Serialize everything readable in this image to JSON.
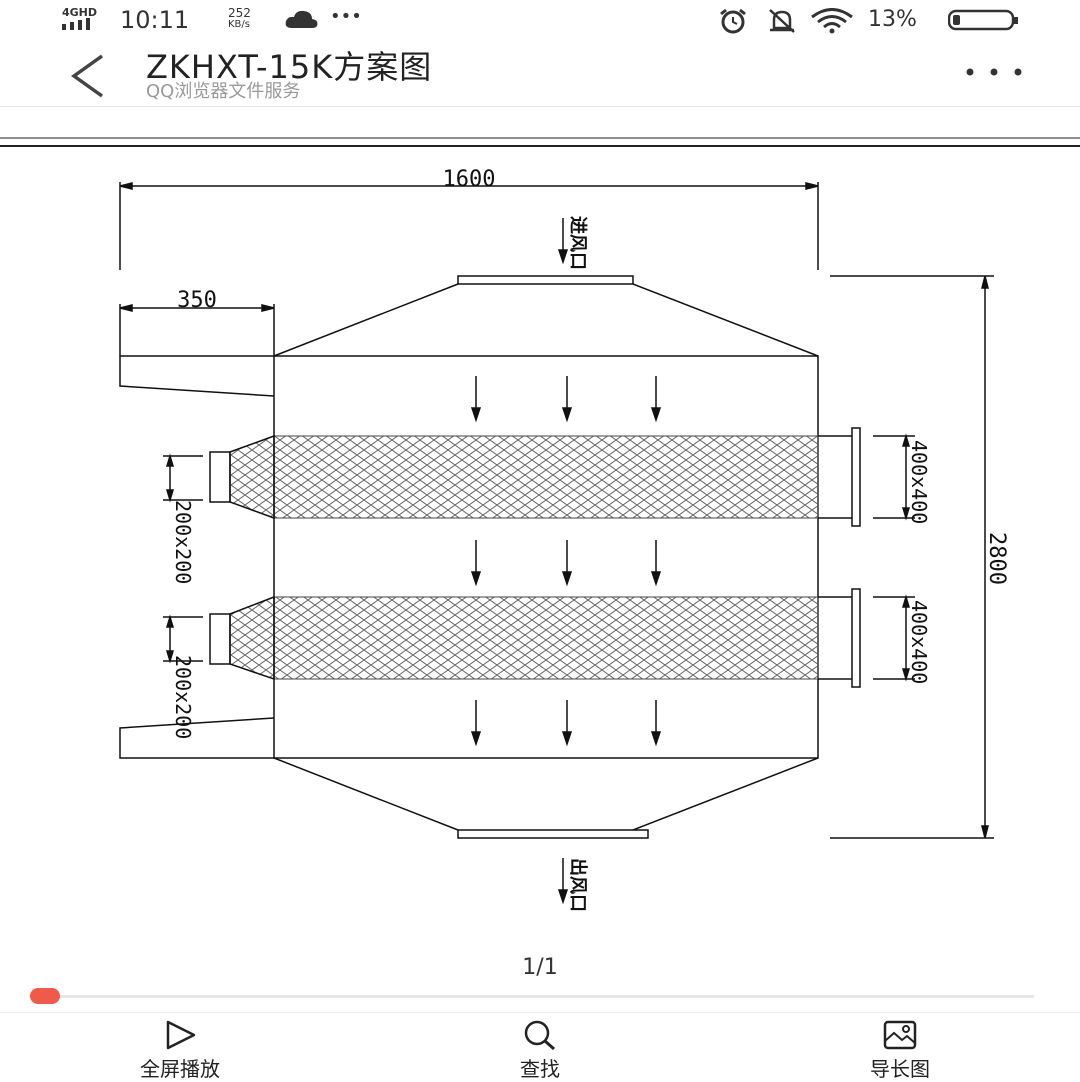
{
  "status_bar": {
    "network": "4GHD",
    "time": "10:11",
    "speed_value": "252",
    "speed_unit": "KB/s",
    "more_dots": "•••",
    "battery_percent": "13%"
  },
  "header": {
    "title": "ZKHXT-15K方案图",
    "subtitle": "QQ浏览器文件服务"
  },
  "drawing": {
    "dim_width": "1600",
    "dim_side": "350",
    "dim_height": "2800",
    "inlet_label": "进风口",
    "outlet_label": "出风口",
    "right_port_1": "400x400",
    "right_port_2": "400x400",
    "left_port_1": "200x200",
    "left_port_2": "200x200"
  },
  "viewer": {
    "page_indicator": "1/1",
    "progress_fraction": 0.0
  },
  "toolbar": {
    "fullscreen_label": "全屏播放",
    "search_label": "查找",
    "export_label": "导长图"
  },
  "colors": {
    "accent": "#f05a4b",
    "text": "#222222",
    "subtext": "#999999"
  }
}
